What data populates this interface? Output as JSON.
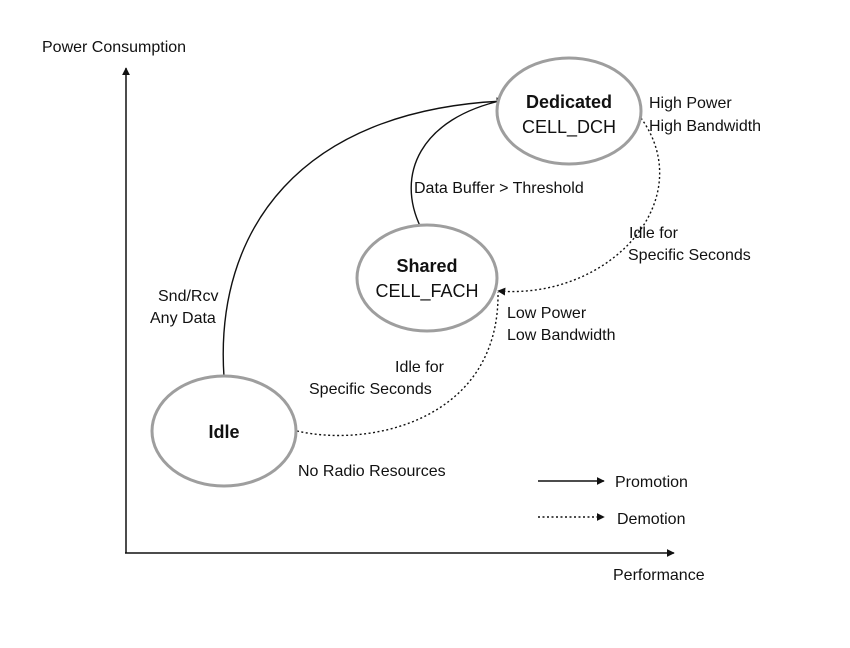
{
  "axes": {
    "y_label": "Power Consumption",
    "x_label": "Performance"
  },
  "states": {
    "dedicated": {
      "title": "Dedicated",
      "subtitle": "CELL_DCH",
      "note_line1": "High Power",
      "note_line2": "High Bandwidth"
    },
    "shared": {
      "title": "Shared",
      "subtitle": "CELL_FACH",
      "note_line1": "Low Power",
      "note_line2": "Low Bandwidth"
    },
    "idle": {
      "title": "Idle",
      "note": "No Radio Resources"
    }
  },
  "transitions": {
    "idle_to_dedicated": {
      "line1": "Snd/Rcv",
      "line2": "Any Data"
    },
    "shared_to_dedicated": {
      "label": "Data Buffer > Threshold"
    },
    "dedicated_to_shared": {
      "line1": "Idle for",
      "line2": "Specific Seconds"
    },
    "shared_to_idle": {
      "line1": "Idle for",
      "line2": "Specific Seconds"
    }
  },
  "legend": {
    "promotion": "Promotion",
    "demotion": "Demotion"
  },
  "colors": {
    "node_stroke": "#9e9e9e",
    "line": "#111111"
  }
}
